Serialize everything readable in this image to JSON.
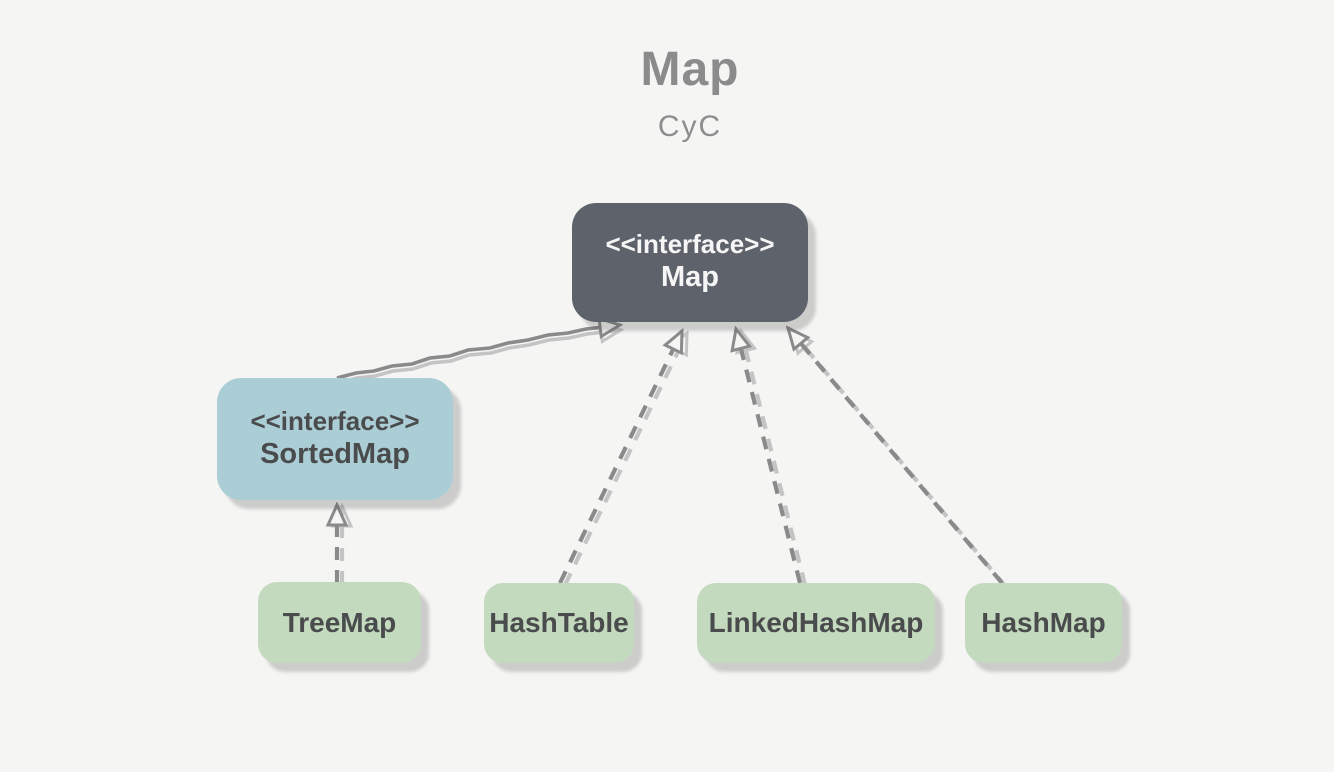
{
  "header": {
    "title": "Map",
    "subtitle": "CyC"
  },
  "nodes": [
    {
      "id": "map",
      "stereotype": "<<interface>>",
      "name": "Map"
    },
    {
      "id": "sortedmap",
      "stereotype": "<<interface>>",
      "name": "SortedMap"
    },
    {
      "id": "treemap",
      "name": "TreeMap"
    },
    {
      "id": "hashtable",
      "name": "HashTable"
    },
    {
      "id": "linkedhashmap",
      "name": "LinkedHashMap"
    },
    {
      "id": "hashmap",
      "name": "HashMap"
    }
  ],
  "edges": [
    {
      "from": "SortedMap",
      "to": "Map",
      "style": "solid",
      "relation": "extends",
      "arrowhead": "hollow-triangle"
    },
    {
      "from": "TreeMap",
      "to": "SortedMap",
      "style": "dashed",
      "relation": "implements",
      "arrowhead": "hollow-triangle"
    },
    {
      "from": "HashTable",
      "to": "Map",
      "style": "dashed",
      "relation": "implements",
      "arrowhead": "hollow-triangle"
    },
    {
      "from": "LinkedHashMap",
      "to": "Map",
      "style": "dashed",
      "relation": "implements",
      "arrowhead": "hollow-triangle"
    },
    {
      "from": "HashMap",
      "to": "Map",
      "style": "dashed",
      "relation": "implements",
      "arrowhead": "hollow-triangle"
    }
  ],
  "colors": {
    "bg": "#f5f5f4",
    "title_text": "#8b8b8b",
    "subtitle_text": "#8d8d8d",
    "node_dark": "#5e636b",
    "node_dark_text": "#f6f6f6",
    "node_blue": "#abced6",
    "node_green": "#c3dabe",
    "node_text": "#4a4b4c",
    "edge_dark": "#8a8a8a",
    "edge_light": "#c4c4c4"
  }
}
